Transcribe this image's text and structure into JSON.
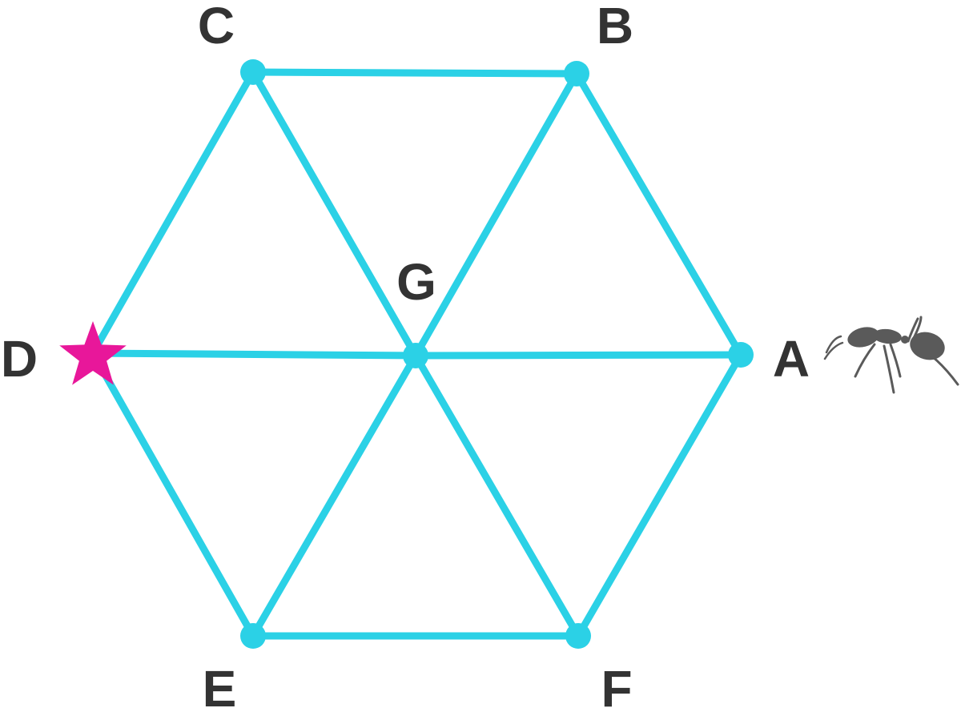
{
  "colors": {
    "edge": "#2BD1E6",
    "node": "#2BD1E6",
    "label": "#333333",
    "star": "#E8179A",
    "ant": "#5A5A5A"
  },
  "vertices": [
    {
      "id": "A",
      "label": "A"
    },
    {
      "id": "B",
      "label": "B"
    },
    {
      "id": "C",
      "label": "C"
    },
    {
      "id": "D",
      "label": "D"
    },
    {
      "id": "E",
      "label": "E"
    },
    {
      "id": "F",
      "label": "F"
    },
    {
      "id": "G",
      "label": "G"
    }
  ],
  "edges": [
    [
      "A",
      "B"
    ],
    [
      "B",
      "C"
    ],
    [
      "C",
      "D"
    ],
    [
      "D",
      "E"
    ],
    [
      "E",
      "F"
    ],
    [
      "F",
      "A"
    ],
    [
      "A",
      "G"
    ],
    [
      "B",
      "G"
    ],
    [
      "C",
      "G"
    ],
    [
      "D",
      "G"
    ],
    [
      "E",
      "G"
    ],
    [
      "F",
      "G"
    ]
  ],
  "markers": {
    "star_at": "D",
    "ant_at": "A",
    "star_icon": "star-icon",
    "ant_icon": "ant-icon"
  }
}
